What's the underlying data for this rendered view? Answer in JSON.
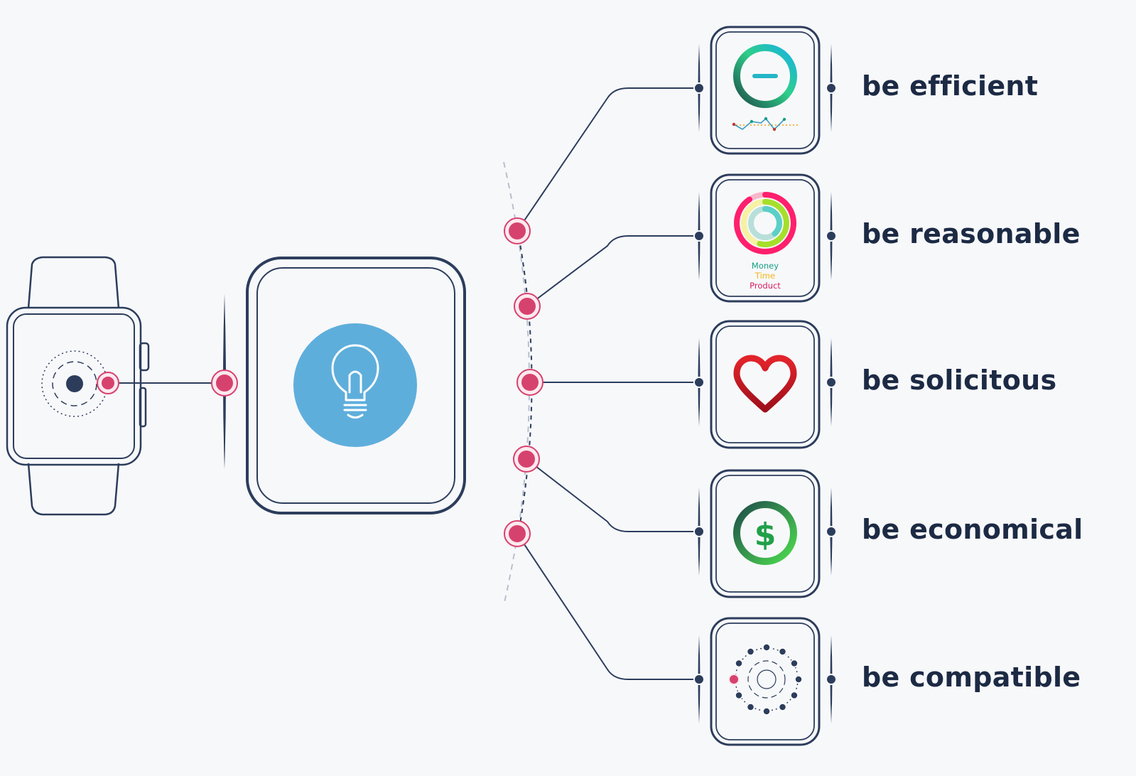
{
  "colors": {
    "outline": "#2c3d5c",
    "pink": "#d6426e",
    "bulb_bg": "#5eaedc",
    "label": "#1c2a44"
  },
  "central": {
    "icon": "lightbulb-icon"
  },
  "qualities": [
    {
      "label": "be efficient",
      "icon": "activity-ring-icon"
    },
    {
      "label": "be reasonable",
      "icon": "triple-rings-icon",
      "legend": [
        "Money",
        "Time",
        "Product"
      ],
      "legend_colors": [
        "#16a085",
        "#f3b51b",
        "#d81b60"
      ]
    },
    {
      "label": "be solicitous",
      "icon": "heart-icon"
    },
    {
      "label": "be economical",
      "icon": "dollar-ring-icon"
    },
    {
      "label": "be compatible",
      "icon": "connected-nodes-icon"
    }
  ]
}
